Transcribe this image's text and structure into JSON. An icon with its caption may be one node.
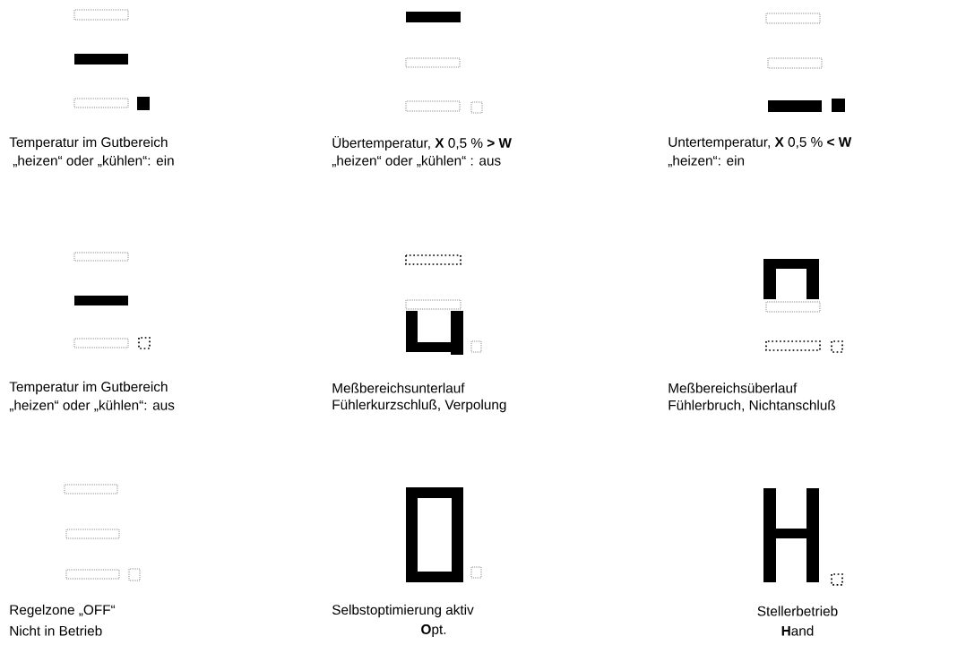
{
  "diagram": {
    "labels": [
      "Temperatur im Gutbereich",
      "„heizen“ oder „kühlen“: ein",
      "Übertemperatur, **X** 0,5 % **> W**",
      "„heizen“ oder „kühlen“ : aus",
      "Untertemperatur, **X** 0,5 % **< W**",
      "„heizen“: ein",
      "Temperatur im Gutbereich",
      "„heizen“ oder „kühlen“: aus",
      "Meßbereichsunterlauf",
      "Fühlerkurzschluß, Verpolung",
      "Meßbereichsüberlauf",
      "Fühlerbruch, Nichtanschluß",
      "Regelzone „OFF“",
      "Nicht in Betrieb",
      "Selbstoptimierung aktiv",
      "**O**pt.",
      "Stellerbetrieb",
      "**H**and"
    ]
  }
}
